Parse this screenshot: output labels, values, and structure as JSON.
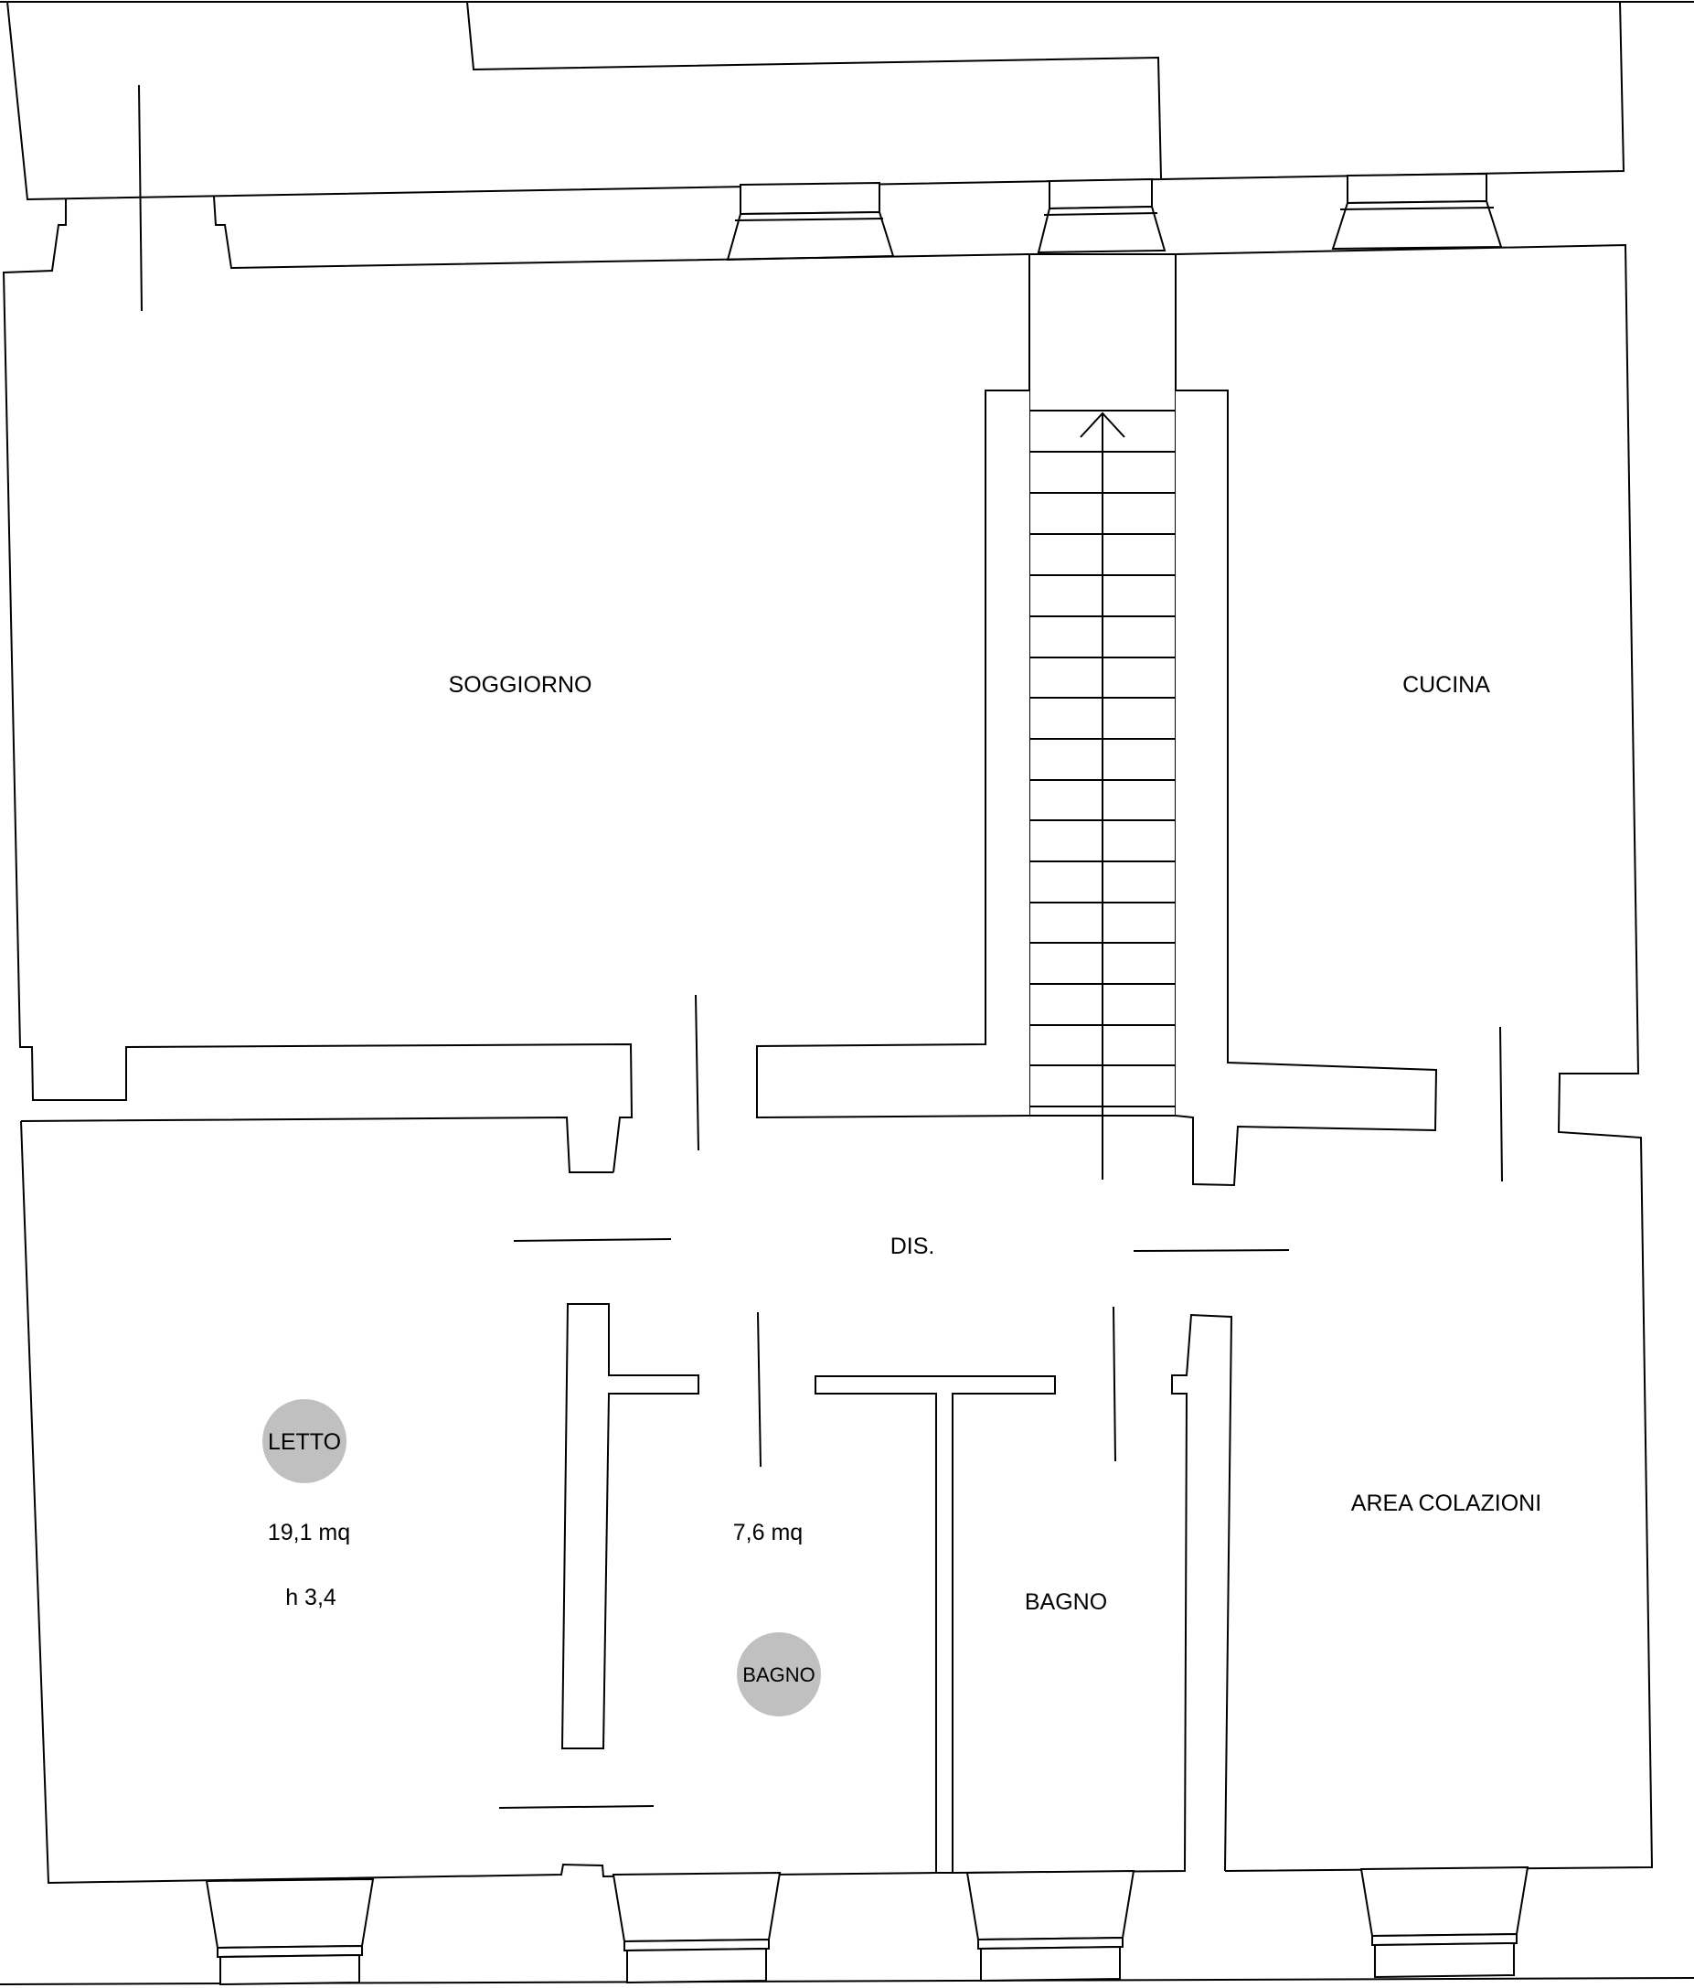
{
  "rooms": {
    "soggiorno": "SOGGIORNO",
    "cucina": "CUCINA",
    "dis": "DIS.",
    "bagno": "BAGNO",
    "area_colazioni": "AREA COLAZIONI",
    "room_area_letto": "19,1 mq",
    "room_height_letto": "h 3,4",
    "room_area_bagno": "7,6 mq"
  },
  "badges": {
    "letto": "LETTO",
    "bagno": "BAGNO"
  },
  "colors": {
    "stroke": "#000000",
    "badge_fill": "#c0c0c0",
    "background": "#ffffff"
  }
}
